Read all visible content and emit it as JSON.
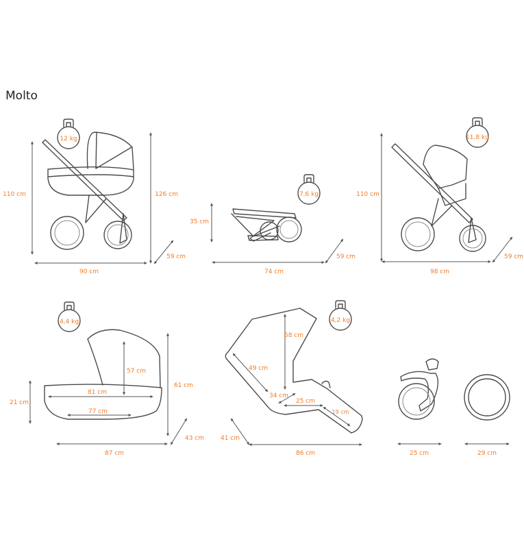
{
  "title": "Molto",
  "colors": {
    "label": "#f07c2a",
    "line": "#4a4a4a"
  },
  "panels": {
    "stroller_carrycot": {
      "weight": "12 kg",
      "height_handle": "110 cm",
      "height_total": "126 cm",
      "length": "90 cm",
      "width": "59 cm"
    },
    "folded": {
      "weight": "7,6 kg",
      "height": "35 cm",
      "length": "74 cm",
      "width": "59 cm"
    },
    "stroller_seat": {
      "weight": "11,8 kg",
      "height": "110 cm",
      "length": "98 cm",
      "width": "59 cm"
    },
    "carrycot": {
      "weight": "4,4 kg",
      "side_height": "21 cm",
      "total_height": "61 cm",
      "inner_height": "57 cm",
      "inner_length_top": "81 cm",
      "inner_length_bottom": "77 cm",
      "length": "87 cm",
      "width": "43 cm"
    },
    "seat_unit": {
      "weight": "4,2 kg",
      "back_height": "58 cm",
      "back_length": "49 cm",
      "seat_width": "34 cm",
      "seat_depth": "25 cm",
      "leg_rest": "19 cm",
      "width": "41 cm",
      "length": "86 cm"
    },
    "wheels": {
      "front_wheel": "25 cm",
      "rear_wheel": "29 cm"
    }
  }
}
